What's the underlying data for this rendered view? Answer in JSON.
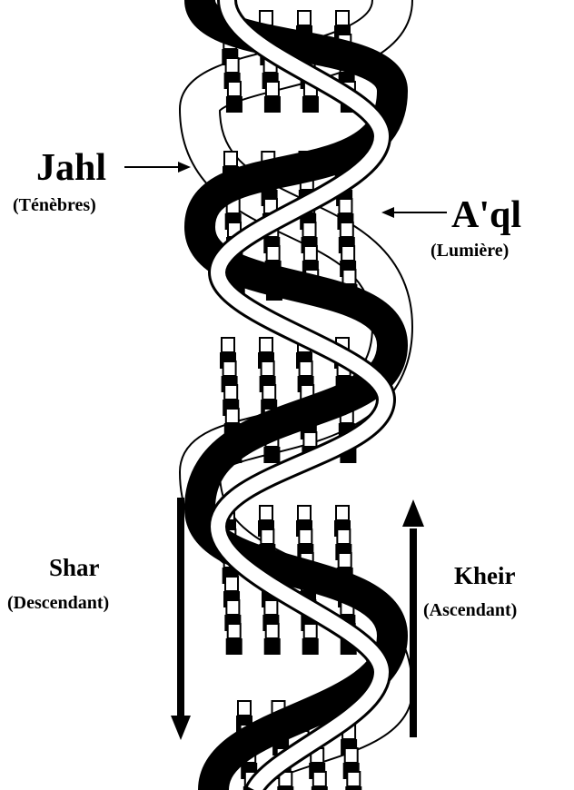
{
  "labels": {
    "jahl": "Jahl",
    "jahl_sub": "(Ténèbres)",
    "aql": "A'ql",
    "aql_sub": "(Lumière)",
    "shar": "Shar",
    "shar_sub": "(Descendant)",
    "kheir": "Kheir",
    "kheir_sub": "(Ascendant)"
  },
  "colors": {
    "dark_strand": "#000000",
    "light_strand": "#ffffff",
    "ink": "#000000"
  },
  "arrows": {
    "shar": "down",
    "kheir": "up"
  }
}
